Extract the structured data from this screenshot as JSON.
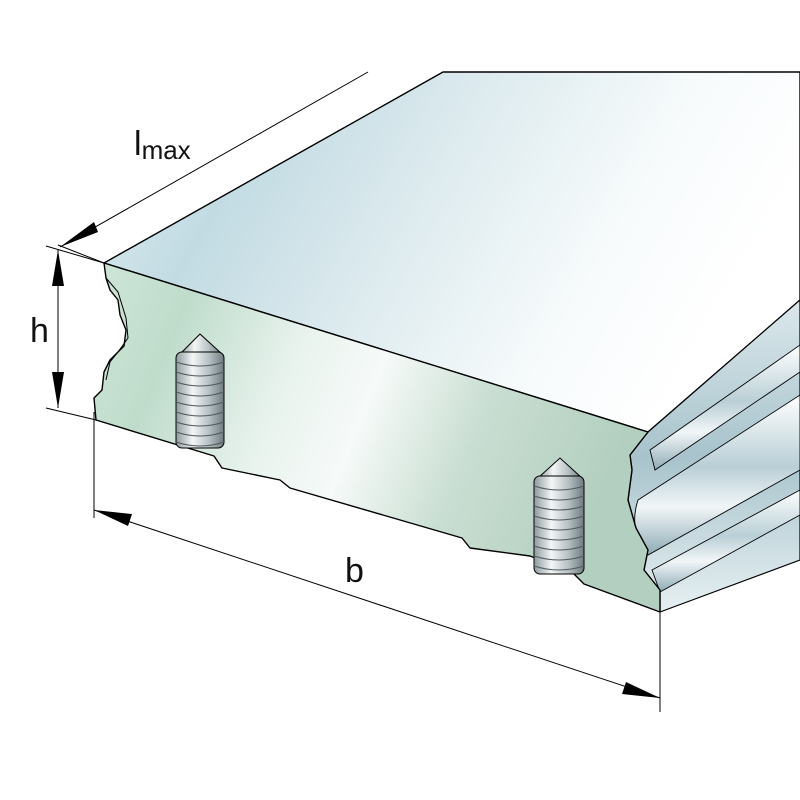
{
  "labels": {
    "length": "l",
    "length_sub": "max",
    "height": "h",
    "width": "b"
  },
  "colors": {
    "line": "#000000",
    "top_light": "#f4f9fb",
    "top_mid": "#d6e8ee",
    "top_dark": "#b7d2da",
    "face_light": "#eef6f0",
    "face_mid": "#cfe3d6",
    "face_dark": "#a9c7b5",
    "rail_light": "#e9f1f4",
    "rail_dark": "#8fb0ba",
    "screw_light": "#f2f2f2",
    "screw_dark": "#7d8a8e"
  }
}
